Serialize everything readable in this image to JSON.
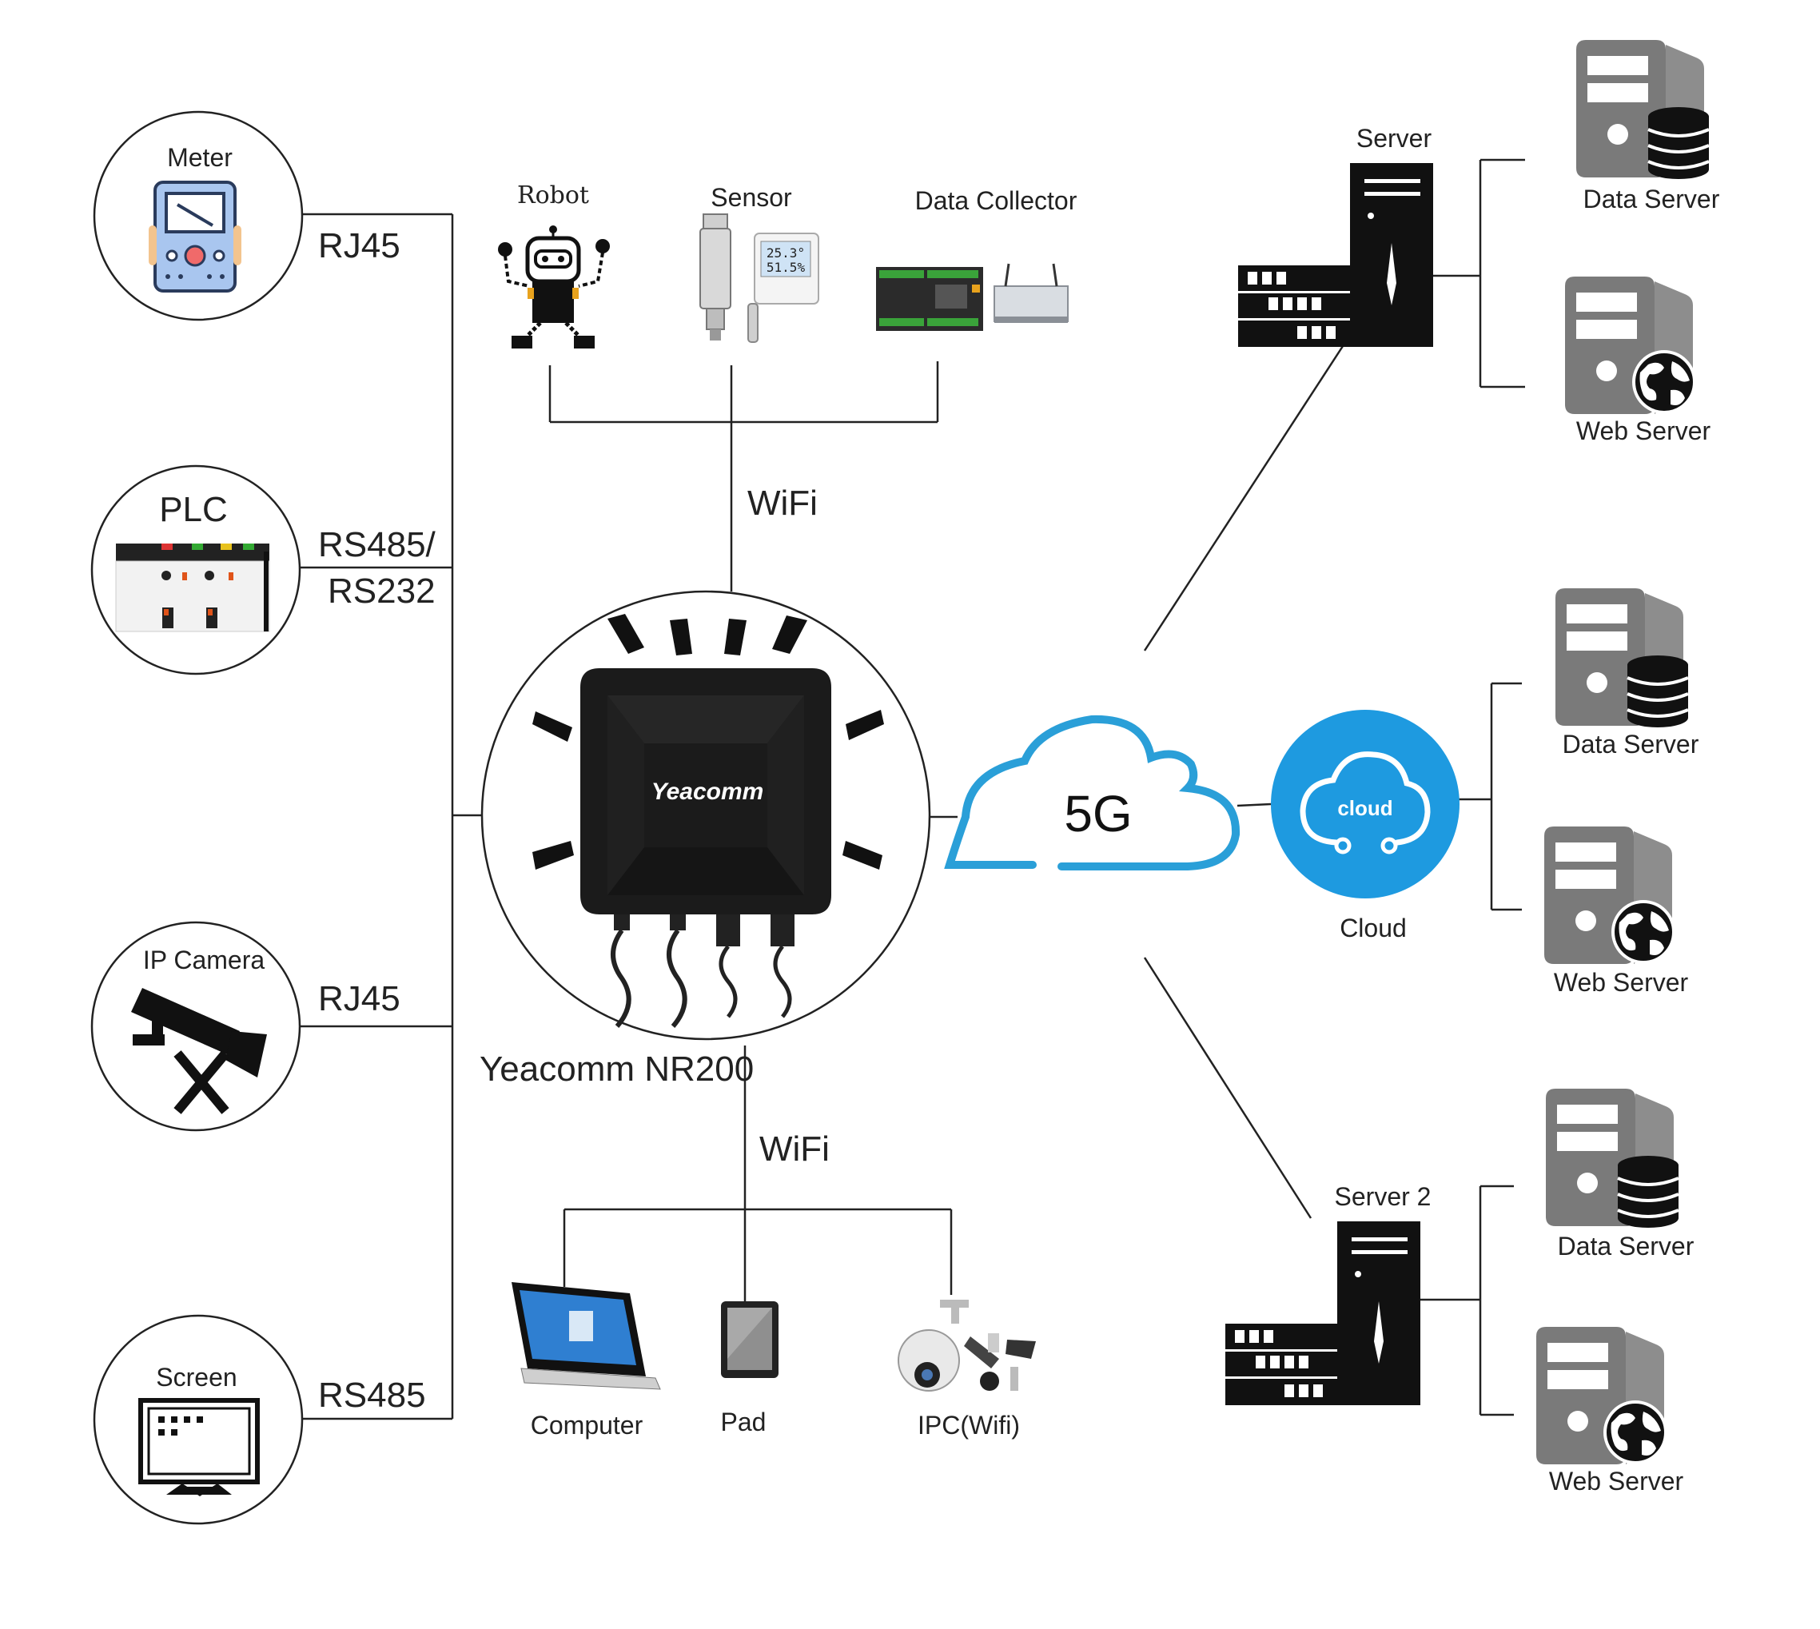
{
  "devices_left": {
    "meter": "Meter",
    "plc": "PLC",
    "ip_camera": "IP Camera",
    "screen": "Screen"
  },
  "links_left": {
    "rj45_top": "RJ45",
    "rs485_rs232_line1": "RS485/",
    "rs485_rs232_line2": "RS232",
    "rj45_bottom": "RJ45",
    "rs485": "RS485"
  },
  "devices_top": {
    "robot": "Robot",
    "sensor": "Sensor",
    "data_collector": "Data Collector",
    "sensor_display_line1": "25.3°",
    "sensor_display_line2": "51.5%"
  },
  "wifi_top": "WiFi",
  "wifi_bottom": "WiFi",
  "router": {
    "brand": "Yeacomm",
    "model_label": "Yeacomm NR200"
  },
  "devices_bottom": {
    "computer": "Computer",
    "pad": "Pad",
    "ipc": "IPC(Wifi)"
  },
  "network": {
    "five_g": "5G",
    "cloud_badge": "cloud",
    "cloud_label": "Cloud"
  },
  "servers": {
    "server_top": "Server",
    "server_bottom": "Server 2",
    "data_server": "Data Server",
    "web_server": "Web Server"
  },
  "colors": {
    "cloud_blue": "#1e9ae0",
    "cloud_outline": "#2a9fd8",
    "server_gray": "#7a7a7a",
    "router_body": "#1b1b1b"
  }
}
